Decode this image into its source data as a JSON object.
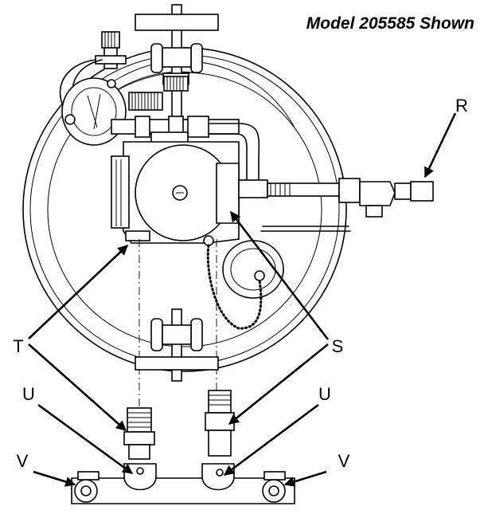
{
  "caption": "Model 205585 Shown",
  "callouts": {
    "R": "R",
    "S": "S",
    "T": "T",
    "U_left": "U",
    "U_right": "U",
    "V_left": "V",
    "V_right": "V"
  }
}
